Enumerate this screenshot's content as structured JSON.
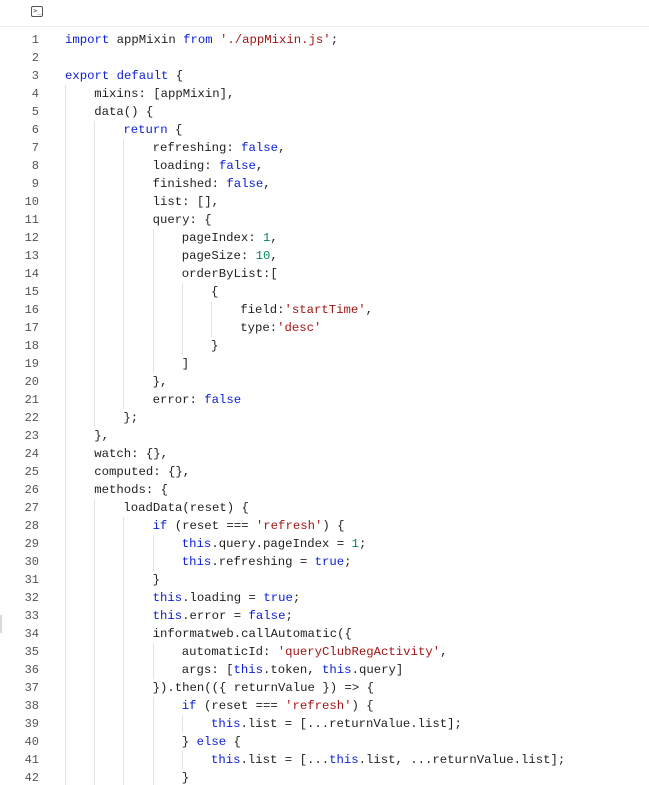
{
  "toolbar": {
    "terminal_icon": "terminal-icon",
    "terminal_glyph": ">_"
  },
  "lines": [
    {
      "n": "1",
      "indent": 0,
      "tokens": [
        [
          "keyword",
          "import"
        ],
        [
          "plain",
          " appMixin "
        ],
        [
          "keyword",
          "from"
        ],
        [
          "plain",
          " "
        ],
        [
          "string",
          "'./appMixin.js'"
        ],
        [
          "plain",
          ";"
        ]
      ]
    },
    {
      "n": "2",
      "indent": 0,
      "tokens": []
    },
    {
      "n": "3",
      "indent": 0,
      "tokens": [
        [
          "keyword",
          "export"
        ],
        [
          "plain",
          " "
        ],
        [
          "keyword",
          "default"
        ],
        [
          "plain",
          " {"
        ]
      ]
    },
    {
      "n": "4",
      "indent": 1,
      "tokens": [
        [
          "plain",
          "mixins: [appMixin],"
        ]
      ]
    },
    {
      "n": "5",
      "indent": 1,
      "tokens": [
        [
          "plain",
          "data() {"
        ]
      ]
    },
    {
      "n": "6",
      "indent": 2,
      "tokens": [
        [
          "keyword",
          "return"
        ],
        [
          "plain",
          " {"
        ]
      ]
    },
    {
      "n": "7",
      "indent": 3,
      "tokens": [
        [
          "plain",
          "refreshing: "
        ],
        [
          "keyword",
          "false"
        ],
        [
          "plain",
          ","
        ]
      ]
    },
    {
      "n": "8",
      "indent": 3,
      "tokens": [
        [
          "plain",
          "loading: "
        ],
        [
          "keyword",
          "false"
        ],
        [
          "plain",
          ","
        ]
      ]
    },
    {
      "n": "9",
      "indent": 3,
      "tokens": [
        [
          "plain",
          "finished: "
        ],
        [
          "keyword",
          "false"
        ],
        [
          "plain",
          ","
        ]
      ]
    },
    {
      "n": "10",
      "indent": 3,
      "tokens": [
        [
          "plain",
          "list: [],"
        ]
      ]
    },
    {
      "n": "11",
      "indent": 3,
      "tokens": [
        [
          "plain",
          "query: {"
        ]
      ]
    },
    {
      "n": "12",
      "indent": 4,
      "tokens": [
        [
          "plain",
          "pageIndex: "
        ],
        [
          "number",
          "1"
        ],
        [
          "plain",
          ","
        ]
      ]
    },
    {
      "n": "13",
      "indent": 4,
      "tokens": [
        [
          "plain",
          "pageSize: "
        ],
        [
          "number",
          "10"
        ],
        [
          "plain",
          ","
        ]
      ]
    },
    {
      "n": "14",
      "indent": 4,
      "tokens": [
        [
          "plain",
          "orderByList:["
        ]
      ]
    },
    {
      "n": "15",
      "indent": 5,
      "tokens": [
        [
          "plain",
          "{"
        ]
      ]
    },
    {
      "n": "16",
      "indent": 6,
      "tokens": [
        [
          "plain",
          "field:"
        ],
        [
          "string",
          "'startTime'"
        ],
        [
          "plain",
          ","
        ]
      ]
    },
    {
      "n": "17",
      "indent": 6,
      "tokens": [
        [
          "plain",
          "type:"
        ],
        [
          "string",
          "'desc'"
        ]
      ]
    },
    {
      "n": "18",
      "indent": 5,
      "tokens": [
        [
          "plain",
          "}"
        ]
      ]
    },
    {
      "n": "19",
      "indent": 4,
      "tokens": [
        [
          "plain",
          "]"
        ]
      ]
    },
    {
      "n": "20",
      "indent": 3,
      "tokens": [
        [
          "plain",
          "},"
        ]
      ]
    },
    {
      "n": "21",
      "indent": 3,
      "tokens": [
        [
          "plain",
          "error: "
        ],
        [
          "keyword",
          "false"
        ]
      ]
    },
    {
      "n": "22",
      "indent": 2,
      "tokens": [
        [
          "plain",
          "};"
        ]
      ]
    },
    {
      "n": "23",
      "indent": 1,
      "tokens": [
        [
          "plain",
          "},"
        ]
      ]
    },
    {
      "n": "24",
      "indent": 1,
      "tokens": [
        [
          "plain",
          "watch: {},"
        ]
      ]
    },
    {
      "n": "25",
      "indent": 1,
      "tokens": [
        [
          "plain",
          "computed: {},"
        ]
      ]
    },
    {
      "n": "26",
      "indent": 1,
      "tokens": [
        [
          "plain",
          "methods: {"
        ]
      ]
    },
    {
      "n": "27",
      "indent": 2,
      "tokens": [
        [
          "plain",
          "loadData(reset) {"
        ]
      ]
    },
    {
      "n": "28",
      "indent": 3,
      "tokens": [
        [
          "keyword",
          "if"
        ],
        [
          "plain",
          " (reset === "
        ],
        [
          "string",
          "'refresh'"
        ],
        [
          "plain",
          ") {"
        ]
      ]
    },
    {
      "n": "29",
      "indent": 4,
      "tokens": [
        [
          "keyword",
          "this"
        ],
        [
          "plain",
          ".query.pageIndex = "
        ],
        [
          "number",
          "1"
        ],
        [
          "plain",
          ";"
        ]
      ]
    },
    {
      "n": "30",
      "indent": 4,
      "tokens": [
        [
          "keyword",
          "this"
        ],
        [
          "plain",
          ".refreshing = "
        ],
        [
          "keyword",
          "true"
        ],
        [
          "plain",
          ";"
        ]
      ]
    },
    {
      "n": "31",
      "indent": 3,
      "tokens": [
        [
          "plain",
          "}"
        ]
      ]
    },
    {
      "n": "32",
      "indent": 3,
      "tokens": [
        [
          "keyword",
          "this"
        ],
        [
          "plain",
          ".loading = "
        ],
        [
          "keyword",
          "true"
        ],
        [
          "plain",
          ";"
        ]
      ]
    },
    {
      "n": "33",
      "indent": 3,
      "tokens": [
        [
          "keyword",
          "this"
        ],
        [
          "plain",
          ".error = "
        ],
        [
          "keyword",
          "false"
        ],
        [
          "plain",
          ";"
        ]
      ]
    },
    {
      "n": "34",
      "indent": 3,
      "tokens": [
        [
          "plain",
          "informatweb.callAutomatic({"
        ]
      ]
    },
    {
      "n": "35",
      "indent": 4,
      "tokens": [
        [
          "plain",
          "automaticId: "
        ],
        [
          "string",
          "'queryClubRegActivity'"
        ],
        [
          "plain",
          ","
        ]
      ]
    },
    {
      "n": "36",
      "indent": 4,
      "tokens": [
        [
          "plain",
          "args: ["
        ],
        [
          "keyword",
          "this"
        ],
        [
          "plain",
          ".token, "
        ],
        [
          "keyword",
          "this"
        ],
        [
          "plain",
          ".query]"
        ]
      ]
    },
    {
      "n": "37",
      "indent": 3,
      "tokens": [
        [
          "plain",
          "}).then(({ returnValue }) => {"
        ]
      ]
    },
    {
      "n": "38",
      "indent": 4,
      "tokens": [
        [
          "keyword",
          "if"
        ],
        [
          "plain",
          " (reset === "
        ],
        [
          "string",
          "'refresh'"
        ],
        [
          "plain",
          ") {"
        ]
      ]
    },
    {
      "n": "39",
      "indent": 5,
      "tokens": [
        [
          "keyword",
          "this"
        ],
        [
          "plain",
          ".list = [...returnValue.list];"
        ]
      ]
    },
    {
      "n": "40",
      "indent": 4,
      "tokens": [
        [
          "plain",
          "} "
        ],
        [
          "keyword",
          "else"
        ],
        [
          "plain",
          " {"
        ]
      ]
    },
    {
      "n": "41",
      "indent": 5,
      "tokens": [
        [
          "keyword",
          "this"
        ],
        [
          "plain",
          ".list = [..."
        ],
        [
          "keyword",
          "this"
        ],
        [
          "plain",
          ".list, ...returnValue.list];"
        ]
      ]
    },
    {
      "n": "42",
      "indent": 4,
      "tokens": [
        [
          "plain",
          "}"
        ]
      ]
    }
  ]
}
